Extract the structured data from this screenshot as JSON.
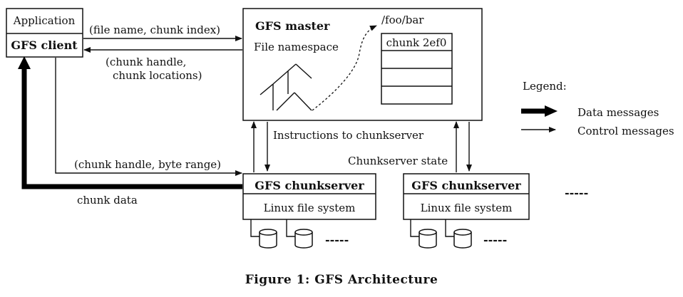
{
  "client": {
    "app_label": "Application",
    "client_label": "GFS client"
  },
  "master": {
    "title": "GFS master",
    "namespace_label": "File namespace",
    "path_label": "/foo/bar",
    "chunk_label": "chunk 2ef0"
  },
  "messages": {
    "request": "(file name, chunk index)",
    "reply_line1": "(chunk handle,",
    "reply_line2": "chunk locations)",
    "instructions": "Instructions to chunkserver",
    "chunkserver_state": "Chunkserver state",
    "read_request": "(chunk handle, byte range)",
    "chunk_data": "chunk data"
  },
  "chunkservers": [
    {
      "title": "GFS chunkserver",
      "fs_label": "Linux file system"
    },
    {
      "title": "GFS chunkserver",
      "fs_label": "Linux file system"
    }
  ],
  "legend": {
    "title": "Legend:",
    "data_label": "Data messages",
    "control_label": "Control messages"
  },
  "ellipsis": "-----",
  "caption": "Figure 1:  GFS Architecture"
}
